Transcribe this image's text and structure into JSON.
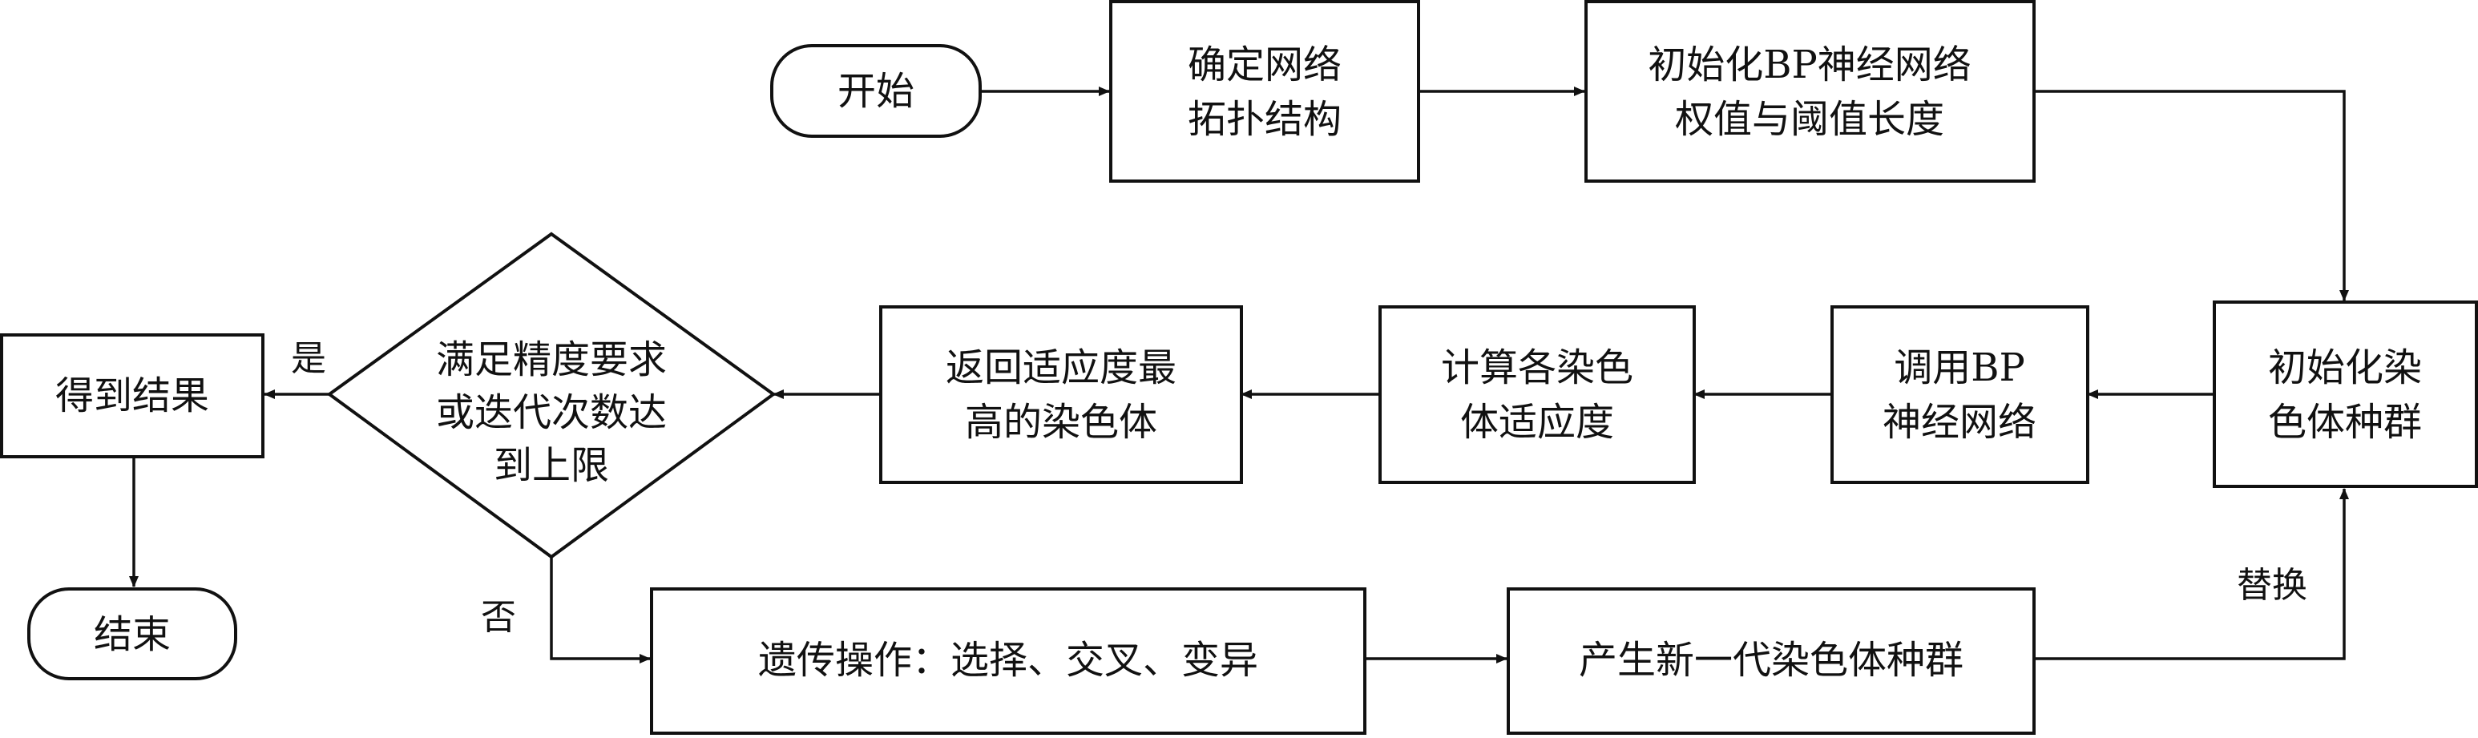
{
  "nodes": {
    "start": [
      "开始"
    ],
    "determine_topology": [
      "确定网络",
      "拓扑结构"
    ],
    "init_weights": [
      "初始化BP神经网络",
      "权值与阈值长度"
    ],
    "init_population": [
      "初始化染",
      "色体种群"
    ],
    "call_bp": [
      "调用BP",
      "神经网络"
    ],
    "compute_fitness": [
      "计算各染色",
      "体适应度"
    ],
    "return_best": [
      "返回适应度最",
      "高的染色体"
    ],
    "condition": [
      "满足精度要求",
      "或迭代次数达",
      "到上限"
    ],
    "get_result": [
      "得到结果"
    ],
    "end": [
      "结束"
    ],
    "genetic_ops": [
      "遗传操作：选择、交叉、变异"
    ],
    "new_generation": [
      "产生新一代染色体种群"
    ]
  },
  "edge_labels": {
    "yes": "是",
    "no": "否",
    "replace": "替换"
  }
}
